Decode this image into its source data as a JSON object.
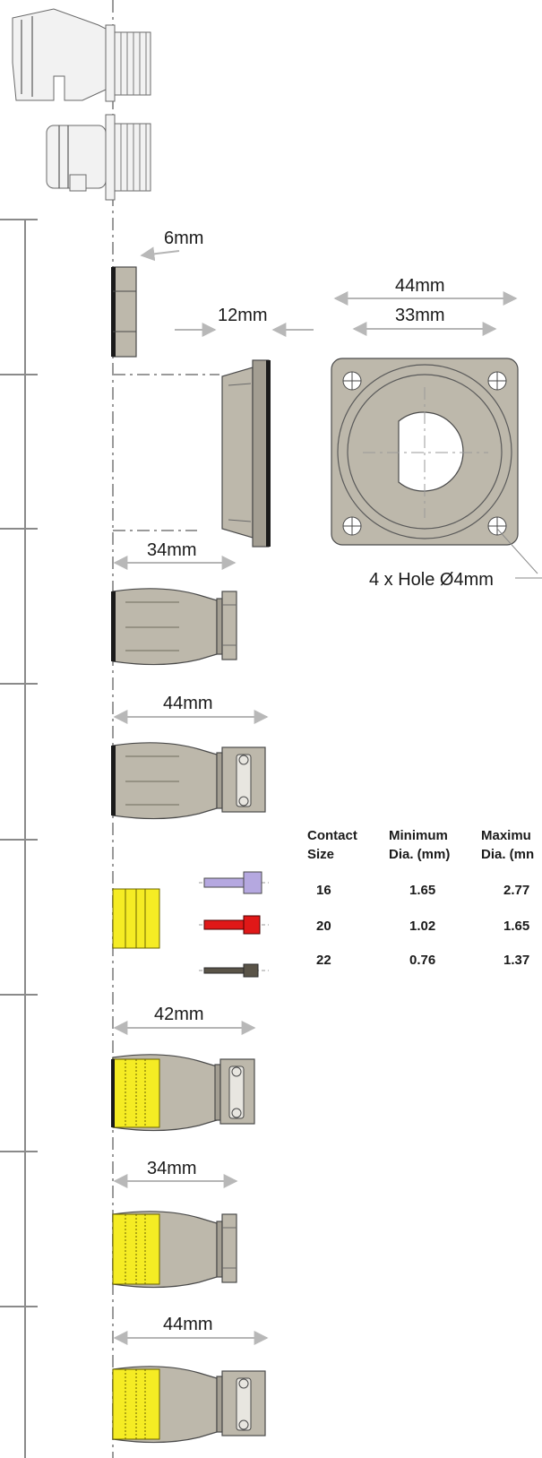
{
  "dimensions": {
    "panel_thickness": "6mm",
    "flange_depth": "12mm",
    "flange_width": "44mm",
    "hole_spacing": "33mm",
    "holes": "4 x Hole Ø4mm",
    "plug_a_length": "34mm",
    "plug_b_length": "44mm",
    "plug_c_length": "42mm",
    "plug_d_length": "34mm",
    "plug_e_length": "44mm"
  },
  "contact_table": {
    "headers": [
      [
        "Contact",
        "Size"
      ],
      [
        "Minimum",
        "Dia. (mm)"
      ],
      [
        "Maximu",
        "Dia. (mn"
      ]
    ],
    "rows": [
      [
        "16",
        "1.65",
        "2.77"
      ],
      [
        "20",
        "1.02",
        "1.65"
      ],
      [
        "22",
        "0.76",
        "1.37"
      ]
    ]
  },
  "colors": {
    "connector_body": "#bdb8ab",
    "insert_yellow": "#f5ec24",
    "pin_16": "#b5a8e0",
    "pin_20": "#e01818",
    "pin_22": "#5a5448"
  }
}
